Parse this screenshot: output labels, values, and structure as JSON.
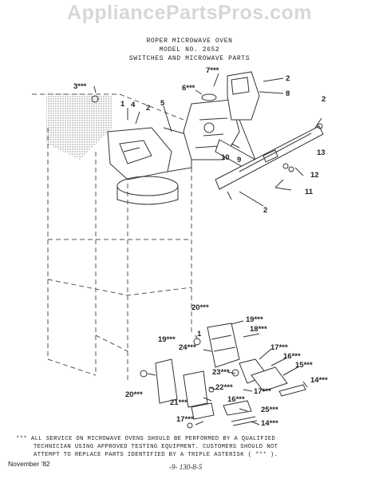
{
  "watermark": "AppliancePartsPros.com",
  "header": {
    "line1": "ROPER MICROWAVE OVEN",
    "line2": "MODEL NO. 2652",
    "line3": "SWITCHES AND MICROWAVE PARTS"
  },
  "callouts": {
    "c7": "7***",
    "c6": "6***",
    "c2a": "2",
    "c8": "8",
    "c3": "3***",
    "c1a": "1",
    "c4": "4",
    "c2b": "2",
    "c5": "5",
    "c2c": "2",
    "c10": "10",
    "c9": "9",
    "c13": "13",
    "c12": "12",
    "c11": "11",
    "c2d": "2",
    "c20a": "20***",
    "c19a": "19***",
    "c18": "18***",
    "c19b": "19***",
    "c1b": "1",
    "c24": "24***",
    "c17a": "17***",
    "c16a": "16***",
    "c15": "15***",
    "c23": "23***",
    "c14a": "14***",
    "c22": "22***",
    "c21": "21***",
    "c20b": "20***",
    "c17b": "17***",
    "c16b": "16***",
    "c25": "25***",
    "c17c": "17***",
    "c14b": "14***"
  },
  "note": {
    "line1": "*** ALL SERVICE ON MICROWAVE OVENS SHOULD BE PERFORMED BY A QUALIFIED",
    "line2": "TECHNICIAN USING APPROVED TESTING EQUIPMENT. CUSTOMERS SHOULD NOT",
    "line3": "ATTEMPT TO REPLACE PARTS IDENTIFIED BY A TRIPLE ASTERISK ( *** )."
  },
  "footer": {
    "date": "November '82",
    "page": "-9-   130-8-5"
  }
}
